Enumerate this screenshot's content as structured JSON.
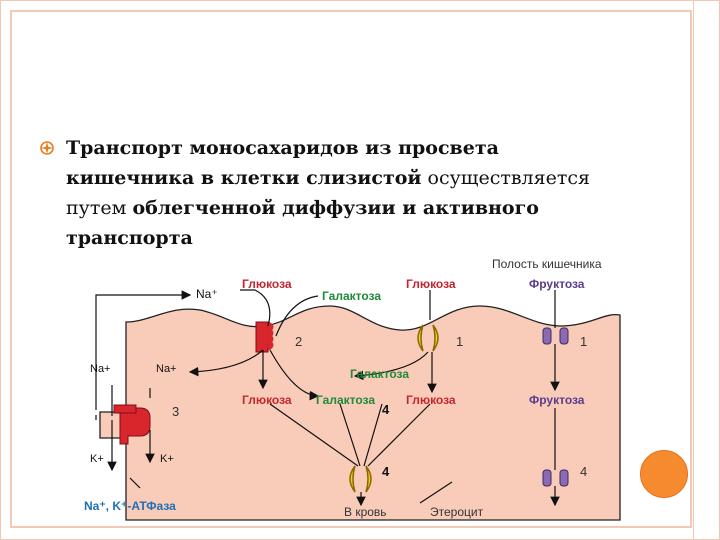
{
  "slide": {
    "paragraph_parts": [
      "Транспорт моносахаридов из просвета кишечника в клетки слизистой",
      "осуществляется путем",
      "облегченной диффузии и активного транспорта"
    ]
  },
  "diagram": {
    "lumen_label": "Полость кишечника",
    "glucose_top_left": "Глюкоза",
    "galactose_top": "Галактоза",
    "glucose_top_right": "Глюкоза",
    "fructose_top": "Фруктоза",
    "na_top": "Na⁺",
    "na_left": "Na+",
    "na_inner": "Na+",
    "k_left": "K+",
    "k_inner": "K+",
    "num_2": "2",
    "num_1a": "1",
    "num_1b": "1",
    "num_3": "3",
    "num_4a": "4",
    "num_4b": "4",
    "num_4c": "4",
    "galactose_mid": "Галактоза",
    "glucose_low_left": "Глюкоза",
    "galactose_low": "Галактоза",
    "glucose_low_right": "Глюкоза",
    "fructose_low": "Фруктоза",
    "atpase_label": "Na⁺, K⁺-АТФаза",
    "blood_label": "В кровь",
    "enterocyte_label": "Этероцит"
  },
  "colors": {
    "cell_fill": "#f9cbb9",
    "transporter_red": "#d9262d",
    "channel_yellow": "#f4d12a",
    "channel_purple": "#8a6ab0",
    "label_red": "#c4262e",
    "label_green": "#1f8a3a",
    "label_blue": "#1f6fb5",
    "label_purple": "#5a3c8c"
  }
}
